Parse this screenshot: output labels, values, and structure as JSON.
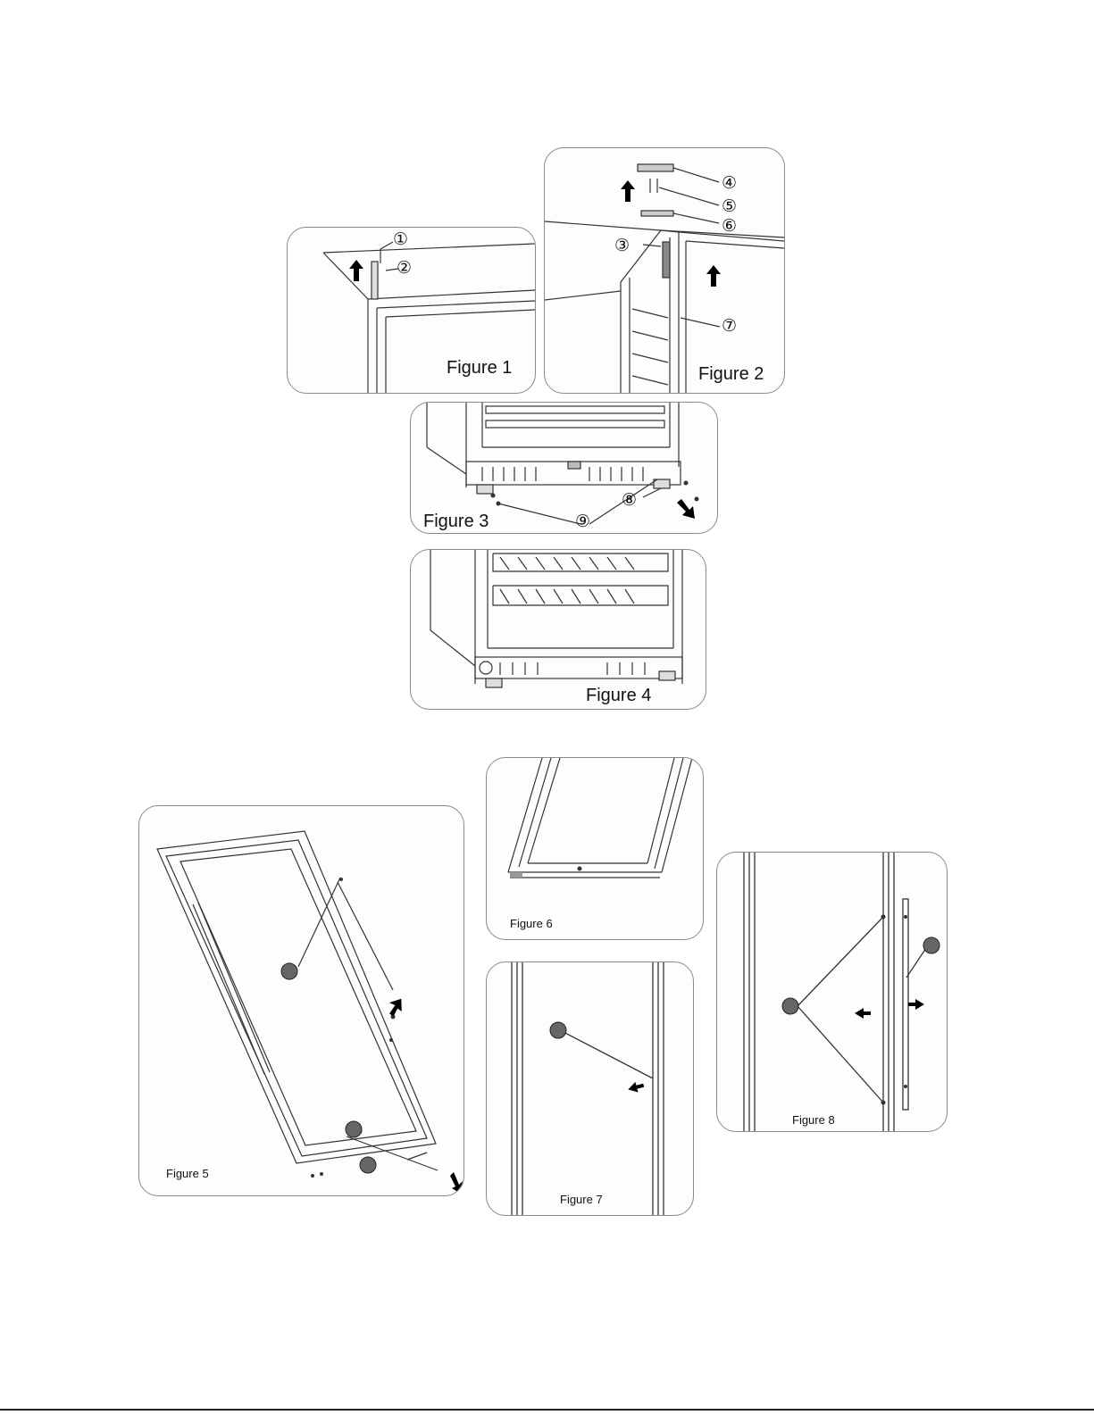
{
  "figures": [
    {
      "id": "fig1",
      "caption": "Figure 1",
      "callouts": [
        "①",
        "②"
      ]
    },
    {
      "id": "fig2",
      "caption": "Figure 2",
      "callouts": [
        "④",
        "⑤",
        "⑥",
        "③",
        "⑦"
      ]
    },
    {
      "id": "fig3",
      "caption": "Figure 3",
      "callouts": [
        "⑧",
        "⑨"
      ]
    },
    {
      "id": "fig4",
      "caption": "Figure 4",
      "callouts": []
    },
    {
      "id": "fig5",
      "caption": "Figure 5",
      "callouts": []
    },
    {
      "id": "fig6",
      "caption": "Figure 6",
      "callouts": []
    },
    {
      "id": "fig7",
      "caption": "Figure 7",
      "callouts": []
    },
    {
      "id": "fig8",
      "caption": "Figure 8",
      "callouts": []
    }
  ],
  "colors": {
    "line": "#333333",
    "frame": "#8a8a8a",
    "arrow": "#000000"
  }
}
